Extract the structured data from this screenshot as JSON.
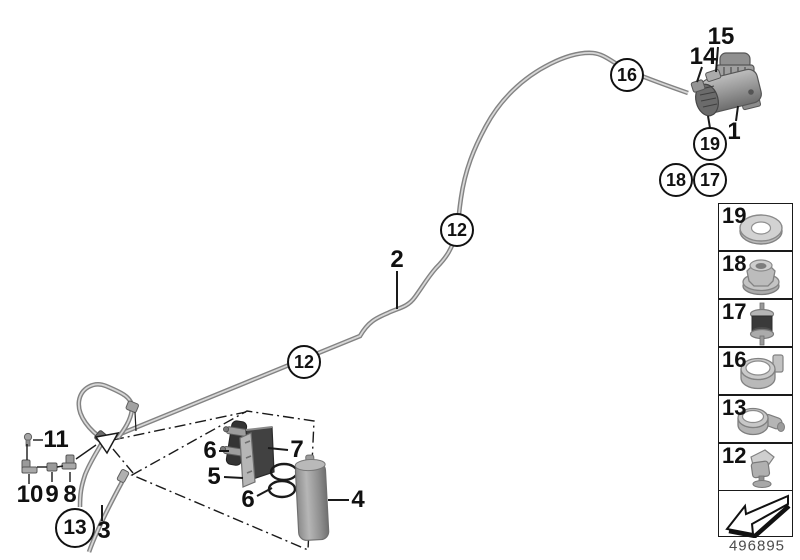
{
  "drawing_number": "496895",
  "callouts": [
    {
      "label": "16"
    },
    {
      "label": "12"
    },
    {
      "label": "12"
    },
    {
      "label": "13"
    },
    {
      "label": "19"
    },
    {
      "label": "18"
    },
    {
      "label": "17"
    }
  ],
  "part_labels": [
    {
      "label": "15"
    },
    {
      "label": "14"
    },
    {
      "label": "1"
    },
    {
      "label": "2"
    },
    {
      "label": "11"
    },
    {
      "label": "10"
    },
    {
      "label": "9"
    },
    {
      "label": "8"
    },
    {
      "label": "3"
    },
    {
      "label": "6"
    },
    {
      "label": "5"
    },
    {
      "label": "7"
    },
    {
      "label": "6"
    },
    {
      "label": "4"
    }
  ],
  "legend": {
    "items": [
      {
        "label": "19",
        "icon": "washer-icon"
      },
      {
        "label": "18",
        "icon": "flange-nut-icon"
      },
      {
        "label": "17",
        "icon": "rubber-mount-icon"
      },
      {
        "label": "16",
        "icon": "pipe-clamp-icon"
      },
      {
        "label": "13",
        "icon": "hose-clamp-icon"
      },
      {
        "label": "12",
        "icon": "line-clip-icon"
      }
    ],
    "direction_box_icon": "installation-direction-arrow-icon"
  },
  "colors": {
    "line_black": "#1a1a1a",
    "tube_outer": "#838383",
    "tube_inner": "#d7d7d7",
    "part_dark": "#3a3a3a",
    "part_gray": "#9a9a9a",
    "part_light": "#c6c6c6"
  }
}
